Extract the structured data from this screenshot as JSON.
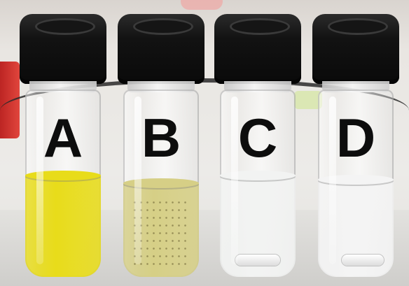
{
  "vials": [
    {
      "label": "A",
      "liquid_color": "#e8dc1a",
      "liquid_level": 0.54
    },
    {
      "label": "B",
      "liquid_color": "#d6cf86",
      "liquid_level": 0.5
    },
    {
      "label": "C",
      "liquid_color": "#f2f3f2",
      "liquid_level": 0.54
    },
    {
      "label": "D",
      "liquid_color": "#f4f4f4",
      "liquid_level": 0.52
    }
  ]
}
